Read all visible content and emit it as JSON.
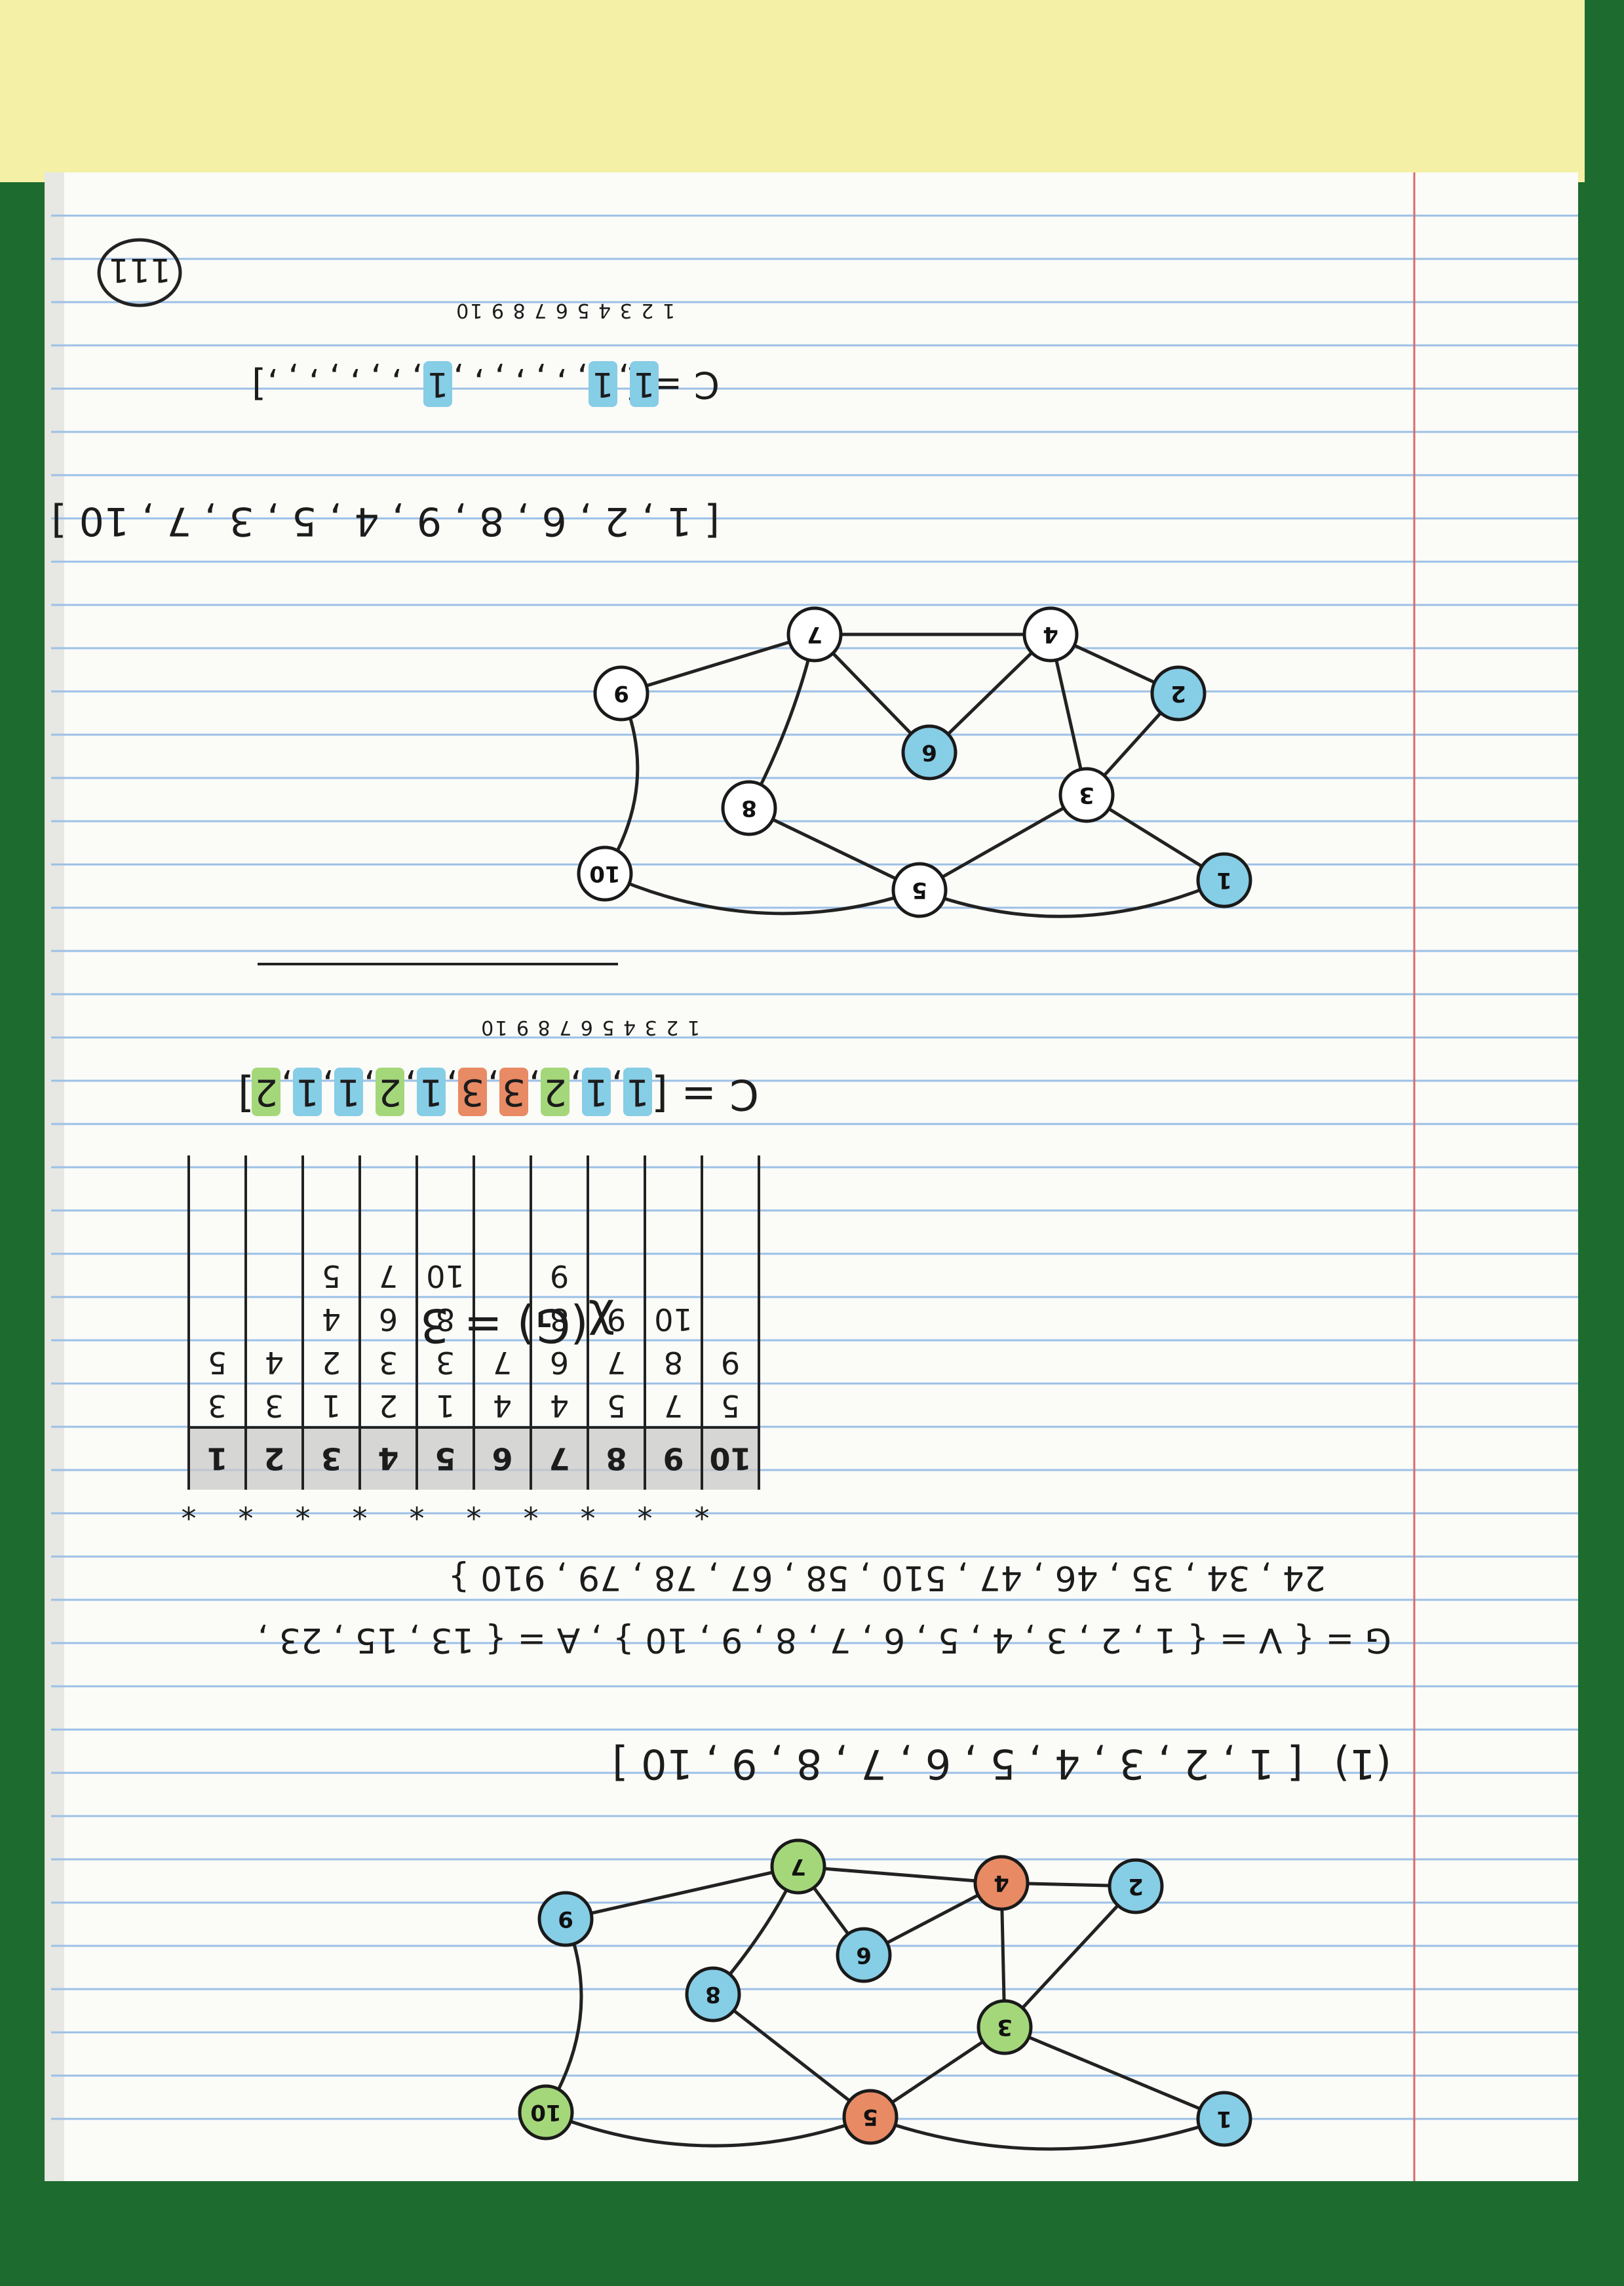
{
  "page": {
    "number": "111",
    "palette": {
      "paper": "#fbfbf8",
      "rule": "#9cc0e6",
      "margin": "#d76b6b",
      "blue": "#86cde6",
      "green": "#a4d77a",
      "orange": "#e88a64",
      "binding": "#1d6b2e",
      "tape": "#f4f0a6"
    }
  },
  "graph1": {
    "nodes": [
      {
        "id": "1",
        "color": "#86cde6"
      },
      {
        "id": "2",
        "color": "#86cde6"
      },
      {
        "id": "3",
        "color": "#a4d77a"
      },
      {
        "id": "4",
        "color": "#e88a64"
      },
      {
        "id": "5",
        "color": "#e88a64"
      },
      {
        "id": "6",
        "color": "#86cde6"
      },
      {
        "id": "7",
        "color": "#a4d77a"
      },
      {
        "id": "8",
        "color": "#86cde6"
      },
      {
        "id": "9",
        "color": "#86cde6"
      },
      {
        "id": "10",
        "color": "#a4d77a"
      }
    ]
  },
  "problem": {
    "label": "(1)",
    "ordering": "[ 1 , 2 , 3 , 4 , 5 , 6 , 7 , 8 , 9 , 10 ]",
    "graph_line1": "G = { V = { 1 , 2 , 3 , 4 , 5 , 6 , 7 , 8 , 9 , 10 } , A = { 13 , 15 , 23 ,",
    "graph_line2": "24 , 34 , 35 , 46 , 47 , 510 , 58 , 67 , 78 , 79 , 910 }"
  },
  "adjacency_table": {
    "headers": [
      "1",
      "2",
      "3",
      "4",
      "5",
      "6",
      "7",
      "8",
      "9",
      "10"
    ],
    "columns": [
      [
        "3",
        "5"
      ],
      [
        "3",
        "4"
      ],
      [
        "1",
        "2",
        "4",
        "5"
      ],
      [
        "2",
        "3",
        "6",
        "7"
      ],
      [
        "1",
        "3",
        "8",
        "10"
      ],
      [
        "4",
        "7"
      ],
      [
        "4",
        "6",
        "8",
        "9"
      ],
      [
        "5",
        "7",
        "9"
      ],
      [
        "7",
        "8",
        "10"
      ],
      [
        "5",
        "9"
      ]
    ]
  },
  "chromatic": {
    "text": "χ(G) = 3"
  },
  "coloring": {
    "prefix": "C = [",
    "values": [
      "1",
      "1",
      "2",
      "3",
      "3",
      "1",
      "2",
      "1",
      "1",
      "2"
    ],
    "colors": [
      "#86cde6",
      "#86cde6",
      "#a4d77a",
      "#e88a64",
      "#e88a64",
      "#86cde6",
      "#a4d77a",
      "#86cde6",
      "#86cde6",
      "#a4d77a"
    ],
    "indices": [
      "1",
      "2",
      "3",
      "4",
      "5",
      "6",
      "7",
      "8",
      "9",
      "10"
    ],
    "suffix": "]"
  },
  "graph2": {
    "nodes": [
      {
        "id": "1",
        "color": "#86cde6"
      },
      {
        "id": "2",
        "color": "#86cde6"
      },
      {
        "id": "3",
        "color": "#ffffff"
      },
      {
        "id": "4",
        "color": "#ffffff"
      },
      {
        "id": "5",
        "color": "#ffffff"
      },
      {
        "id": "6",
        "color": "#86cde6"
      },
      {
        "id": "7",
        "color": "#ffffff"
      },
      {
        "id": "8",
        "color": "#ffffff"
      },
      {
        "id": "9",
        "color": "#ffffff"
      },
      {
        "id": "10",
        "color": "#ffffff"
      }
    ]
  },
  "ordering2": {
    "text": "[ 1 , 2 , 6 , 8 , 9 , 4 , 5 , 3 , 7 , 10 ]"
  },
  "partial_coloring": {
    "prefix": "C = [",
    "values": [
      "1",
      "1",
      "",
      "",
      "",
      "1",
      "",
      "",
      "",
      ""
    ],
    "colors": [
      "#86cde6",
      "#86cde6",
      "",
      "",
      "",
      "#86cde6",
      "",
      "",
      "",
      ""
    ],
    "indices": [
      "1",
      "2",
      "3",
      "4",
      "5",
      "6",
      "7",
      "8",
      "9",
      "10"
    ],
    "suffix": "]"
  }
}
